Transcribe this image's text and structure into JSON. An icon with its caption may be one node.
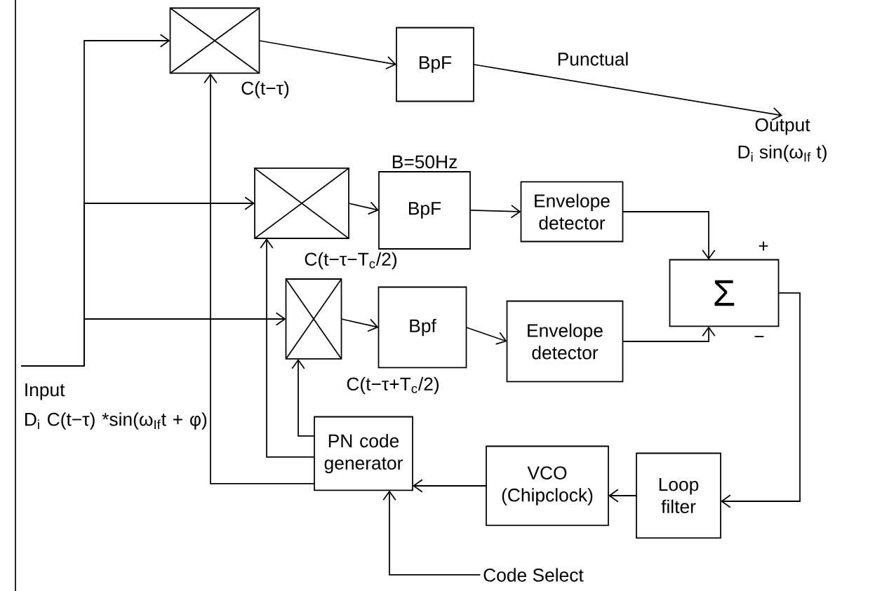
{
  "diagram": {
    "nodes": [
      {
        "text": [],
        "shape": "box"
      },
      {
        "text": [
          "BpF"
        ]
      },
      {
        "text": [],
        "shape": "box"
      },
      {
        "text": [
          "BpF"
        ],
        "beside": [
          "B=50Hz"
        ]
      },
      {
        "text": [
          "Envelope detector"
        ]
      },
      {
        "text": [
          "Σ"
        ]
      },
      {
        "text": [],
        "shape": "box"
      },
      {
        "text": [
          "Bpf"
        ]
      },
      {
        "text": [
          "Envelope detector"
        ]
      },
      {
        "text": [
          "PN code generator"
        ]
      },
      {
        "text": [
          "VCO (Chipclock)"
        ]
      },
      {
        "text": [
          "Loop filter"
        ]
      },
      {
        "text": [
          "Input",
          "D$_{i}$ C(t−τ) *sin(ω$_{If}$t + φ)"
        ]
      },
      {
        "text": [
          "Output",
          "D$_{i}$ sin(ω$_{If}$ t)"
        ]
      },
      {
        "text": [
          "Code Select"
        ]
      }
    ],
    "edges": [
      {
        "from": 12,
        "to": 0,
        "arrow": "to"
      },
      {
        "from": 12,
        "to": 2,
        "arrow": "to"
      },
      {
        "from": 12,
        "to": 6,
        "arrow": "to"
      },
      {
        "from": 0,
        "to": 1,
        "arrow": "to"
      },
      {
        "from": 1,
        "to": 13,
        "arrow": "to",
        "label": "Punctual"
      },
      {
        "from": 2,
        "to": 3,
        "arrow": "to"
      },
      {
        "from": 3,
        "to": 4,
        "arrow": "to"
      },
      {
        "from": 4,
        "to": 5,
        "arrow": "to"
      },
      {
        "from": 6,
        "to": 7,
        "arrow": "to"
      },
      {
        "from": 7,
        "to": 8,
        "arrow": "to"
      },
      {
        "from": 8,
        "to": 5,
        "arrow": "to"
      },
      {
        "from": 5,
        "to": 11,
        "arrow": "to"
      },
      {
        "from": 11,
        "to": 10,
        "arrow": "to"
      },
      {
        "from": 10,
        "to": 9,
        "arrow": "to"
      },
      {
        "from": 9,
        "to": 0,
        "arrow": "to",
        "label": "C(t−τ)"
      },
      {
        "from": 9,
        "to": 2,
        "arrow": "to",
        "label": "C(t−τ−T$_{c}$/2)"
      },
      {
        "from": 9,
        "to": 6,
        "arrow": "to",
        "label": "C(t−τ+T$_{c}$/2)"
      },
      {
        "from": 14,
        "to": 9,
        "arrow": "to"
      }
    ],
    "labels": [
      "+",
      "−"
    ]
  }
}
